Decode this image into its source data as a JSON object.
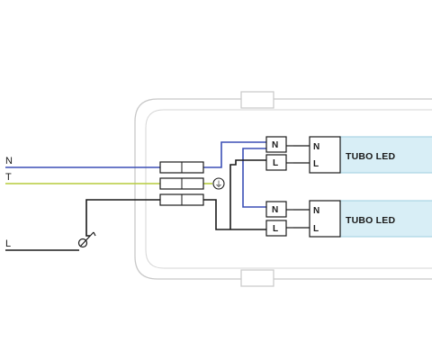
{
  "lines": {
    "neutral": "N",
    "earth": "T",
    "live": "L"
  },
  "earth_symbol": "⏚",
  "tubes": [
    {
      "label": "TUBO LED",
      "pin_n": "N",
      "pin_l": "L"
    },
    {
      "label": "TUBO LED",
      "pin_n": "N",
      "pin_l": "L"
    }
  ],
  "terminals": [
    {
      "n": "N",
      "l": "L"
    },
    {
      "n": "N",
      "l": "L"
    }
  ],
  "colors": {
    "neutral": "#3b4fb5",
    "earth": "#b5cc3c",
    "live": "#1a1a1a",
    "housing": "#c8c8c8",
    "tube_fill": "#d8eef6",
    "tube_edge": "#a9d4e4"
  }
}
